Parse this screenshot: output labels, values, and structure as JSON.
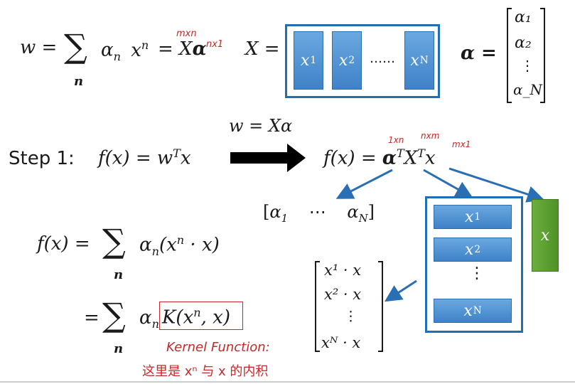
{
  "row1": {
    "w_eq": "w =",
    "sum_sym": "∑",
    "sum_sub": "n",
    "alpha": "α",
    "alpha_sub": "n",
    "x": "x",
    "x_sup": "n",
    "eq_X": "= X",
    "alpha_bold": "α",
    "note_mxn": "mxn",
    "note_nx1": "nx1"
  },
  "Xdef": {
    "lhs": "X =",
    "vectors": [
      {
        "base": "x",
        "sup": "1"
      },
      {
        "base": "x",
        "sup": "2"
      },
      {
        "base": "x",
        "sup": "N"
      }
    ],
    "dots": "……"
  },
  "alphadef": {
    "lhs": "α =",
    "entries": [
      "α₁",
      "α₂",
      "⋮",
      "α_N"
    ]
  },
  "arrow_label": "w = Xα",
  "step1": {
    "label": "Step 1:",
    "lhs": "f(x) = w",
    "sup_T": "T",
    "x": "x",
    "rhs": "f(x) = ",
    "alpha": "α",
    "X": "X",
    "note_1xn": "1xn",
    "note_nxm": "nxm",
    "note_mx1": "mx1"
  },
  "row_vector": {
    "open": "[",
    "first": "α",
    "first_sub": "1",
    "dots": "⋯",
    "last": "α",
    "last_sub": "N",
    "close": "]"
  },
  "stacked_vectors": [
    {
      "base": "x",
      "sup": "1"
    },
    {
      "base": "x",
      "sup": "2"
    },
    {
      "base": "x",
      "sup": "N"
    }
  ],
  "stacked_dots": "⋮",
  "green_vector": "x",
  "dot_column": {
    "entries": [
      "x¹ · x",
      "x² · x",
      "⋮",
      "xᴺ · x"
    ]
  },
  "fx_sum": {
    "lhs": "f(x) =",
    "sum_sym": "∑",
    "sum_sub": "n",
    "term": "α",
    "term_sub": "n",
    "term_rest": "(x",
    "term_sup": "n",
    "term_end": " · x)"
  },
  "kernel_line": {
    "eq": "=",
    "sum_sym": "∑",
    "sum_sub": "n",
    "alpha": "α",
    "alpha_sub": "n",
    "K": "K(x",
    "K_sup": "n",
    "K_end": ", x)"
  },
  "annotation": {
    "line1": "Kernel Function:",
    "line2": "这里是 xⁿ 与 x 的内积"
  },
  "colors": {
    "blue_box": "#1f6fb2",
    "vector_fill": "#4a8fd2",
    "green_fill": "#5fa233",
    "handwriting": "#c8282a",
    "arrow_blue": "#2a6fb4"
  }
}
